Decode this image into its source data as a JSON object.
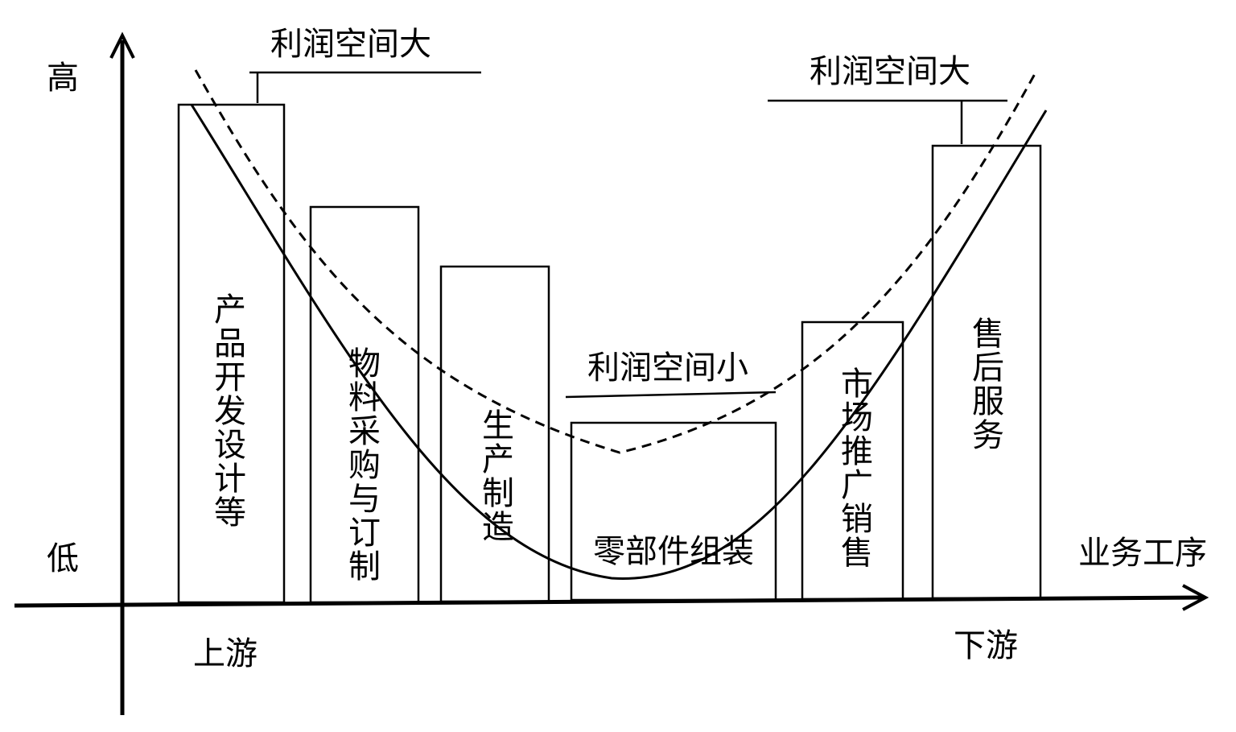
{
  "axis": {
    "y_high": "高",
    "y_low": "低",
    "x_label": "业务工序",
    "upstream": "上游",
    "downstream": "下游"
  },
  "annotations": {
    "left_large": "利润空间大",
    "right_large": "利润空间大",
    "middle_small": "利润空间小"
  },
  "stages": [
    {
      "id": "design",
      "label": "产品开发设计等"
    },
    {
      "id": "procurement",
      "label": "物料采购与订制"
    },
    {
      "id": "manufacturing",
      "label": "生产制造"
    },
    {
      "id": "assembly",
      "label": "零部件组装"
    },
    {
      "id": "marketing",
      "label": "市场推广销售"
    },
    {
      "id": "service",
      "label": "售后服务"
    }
  ]
}
